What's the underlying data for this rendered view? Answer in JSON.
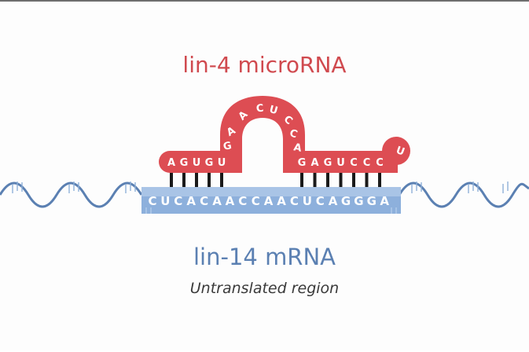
{
  "labels": {
    "mirna_title": "lin-4 microRNA",
    "mrna_title": "lin-14 mRNA",
    "mrna_subtitle": "Untranslated region"
  },
  "sequences": {
    "mrna": [
      "C",
      "U",
      "C",
      "A",
      "C",
      "A",
      "A",
      "C",
      "C",
      "A",
      "A",
      "C",
      "U",
      "C",
      "A",
      "G",
      "G",
      "G",
      "A"
    ],
    "mirna_left_stem": [
      "A",
      "G",
      "U",
      "G",
      "U"
    ],
    "mirna_loop": [
      "G",
      "A",
      "A",
      "C",
      "U",
      "C",
      "C",
      "A"
    ],
    "mirna_right_stem": [
      "G",
      "A",
      "G",
      "U",
      "C",
      "C",
      "C"
    ],
    "mirna_tail": [
      "U"
    ]
  },
  "colors": {
    "mirna": "#dd4d53",
    "mrna": "#5b80b2",
    "mrna_band": "#7fa3d2",
    "base_pair": "#1a1a1a",
    "subtitle": "#3a3a3a"
  }
}
